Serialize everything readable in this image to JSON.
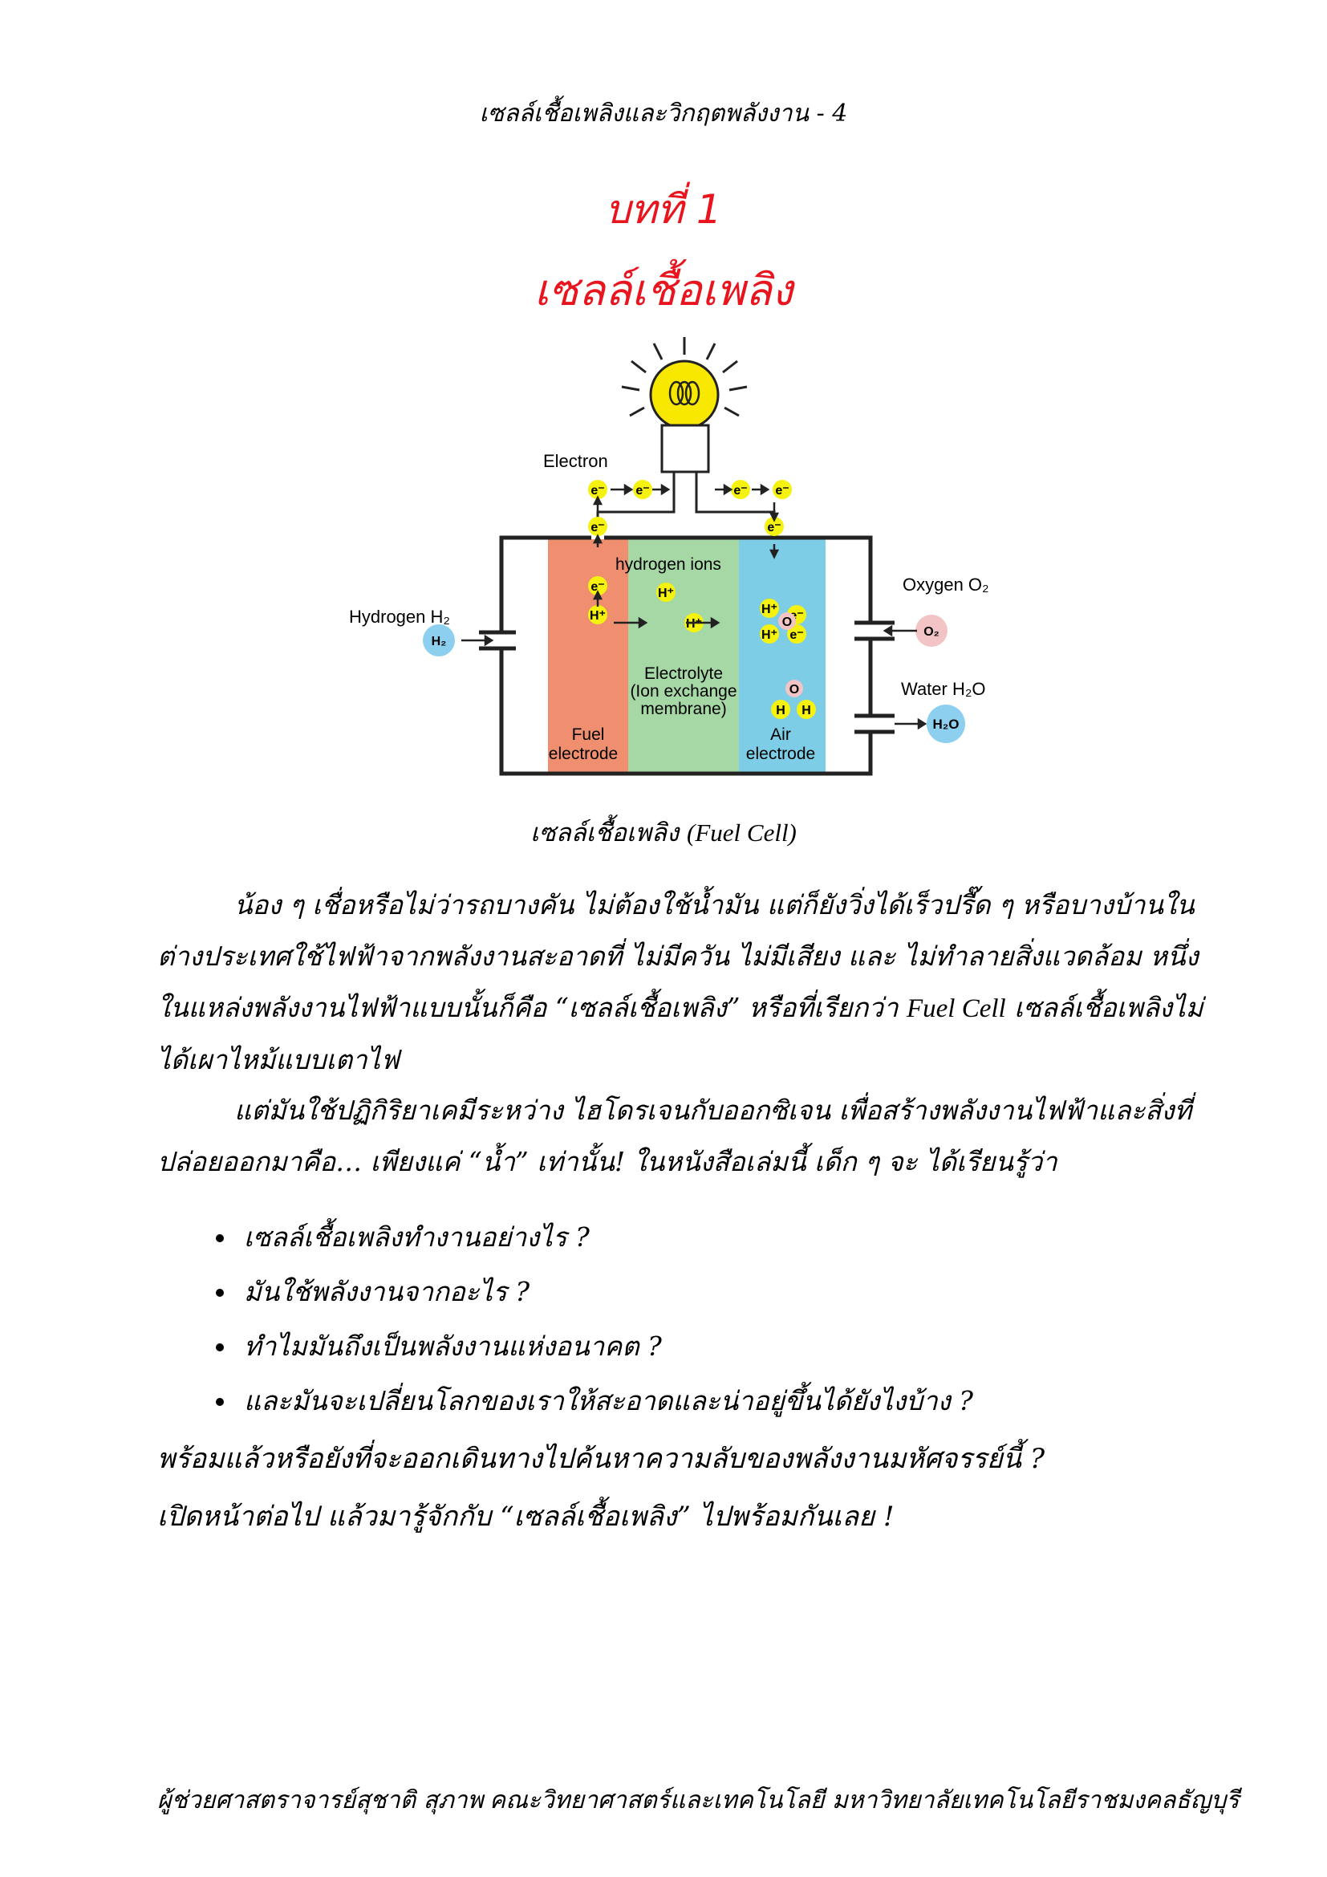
{
  "header": {
    "running_title": "เซลล์เชื้อเพลิงและวิกฤตพลังงาน   -  4"
  },
  "chapter": {
    "number": "บทที่ 1",
    "title": "เซลล์เชื้อเพลิง"
  },
  "figure": {
    "labels": {
      "electron": "Electron",
      "hydrogen": "Hydrogen H₂",
      "h2": "H₂",
      "hydrogen_ions": "hydrogen ions",
      "oxygen": "Oxygen O₂",
      "o2": "O₂",
      "water": "Water H₂O",
      "h2o": "H₂O",
      "electrolyte_1": "Electrolyte",
      "electrolyte_2": "(Ion exchange",
      "electrolyte_3": "membrane)",
      "fuel_1": "Fuel",
      "fuel_2": "electrode",
      "air_1": "Air",
      "air_2": "electrode",
      "e": "e⁻",
      "hplus": "H⁺",
      "o": "O",
      "h": "H"
    },
    "colors": {
      "fuel": "#ef8f6f",
      "electrolyte": "#a6d8a6",
      "air": "#7ecde6",
      "particle": "#f5f20f",
      "h2": "#8ccfee",
      "oxygen": "#f2c4c6"
    }
  },
  "caption": {
    "thai": "เซลล์เชื้อเพลิง",
    "english": "(Fuel Cell)"
  },
  "body": {
    "p1_a": "น้อง ๆ เชื่อหรือไม่ว่ารถบางคัน ไม่ต้องใช้น้ำมัน แต่ก็ยังวิ่งได้เร็วปรื๊ด ๆ หรือบางบ้านในต่างประเทศใช้ไฟฟ้าจากพลังงานสะอาดที่ ไม่มีควัน ไม่มีเสียง และ ไม่ทำลายสิ่งแวดล้อม หนึ่งในแหล่งพลังงานไฟฟ้าแบบนั้นก็คือ “เซลล์เชื้อเพลิง” หรือที่เรียกว่า",
    "p1_en": "Fuel Cell",
    "p1_b": " เซลล์เชื้อเพลิงไม่ได้เผาไหม้แบบเตาไฟ",
    "p2": "แต่มันใช้ปฏิกิริยาเคมีระหว่าง ไฮโดรเจนกับออกซิเจน เพื่อสร้างพลังงานไฟฟ้าและสิ่งที่ปล่อยออกมาคือ… เพียงแค่ “น้ำ” เท่านั้น! ในหนังสือเล่มนี้ เด็ก ๆ จะ ได้เรียนรู้ว่า",
    "questions": [
      "เซลล์เชื้อเพลิงทำงานอย่างไร ?",
      "มันใช้พลังงานจากอะไร ?",
      "ทำไมมันถึงเป็นพลังงานแห่งอนาคต ?",
      "และมันจะเปลี่ยนโลกของเราให้สะอาดและน่าอยู่ขึ้นได้ยังไงบ้าง ?"
    ],
    "closing_1": "พร้อมแล้วหรือยังที่จะออกเดินทางไปค้นหาความลับของพลังงานมหัศจรรย์นี้ ?",
    "closing_2": "เปิดหน้าต่อไป แล้วมารู้จักกับ “เซลล์เชื้อเพลิง” ไปพร้อมกันเลย !"
  },
  "footer": {
    "author": "ผู้ช่วยศาสตราจารย์สุชาติ สุภาพ",
    "affiliation": "คณะวิทยาศาสตร์และเทคโนโลยี มหาวิทยาลัยเทคโนโลยีราชมงคลธัญบุรี"
  }
}
